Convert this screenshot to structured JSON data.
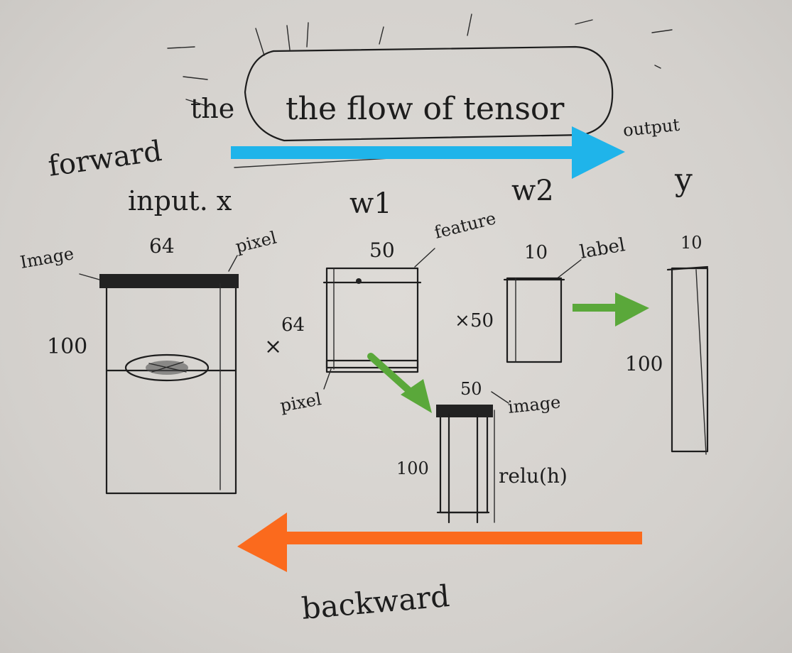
{
  "diagram": {
    "title": "the flow of tensor",
    "forward_label": "forward",
    "backward_label": "backward",
    "output_label": "output",
    "output_symbol": "y",
    "input_label": "input. x",
    "w1_label": "w1",
    "w2_label": "w2",
    "image_label": "Image",
    "pixel_label_x": "pixel",
    "x_dim_top": "64",
    "x_dim_left": "100",
    "times_sign_1": "×",
    "w1_dim_left": "64",
    "w1_dim_top": "50",
    "feature_label": "feature",
    "pixel_label_w1": "pixel",
    "times_sign_2": "×",
    "w2_dim_left": "50",
    "w2_dim_top": "10",
    "label_label": "label",
    "h_dim_top": "50",
    "h_image_label": "image",
    "h_dim_left": "100",
    "relu_label": "relu(h)",
    "y_dim_top": "10",
    "y_dim_left": "100",
    "colors": {
      "forward_arrow": "#1fb4ea",
      "backward_arrow": "#fb6a1d",
      "green_arrow": "#5aa83a",
      "ink": "#1d1d1d",
      "paper": "#d7d4d0"
    }
  }
}
